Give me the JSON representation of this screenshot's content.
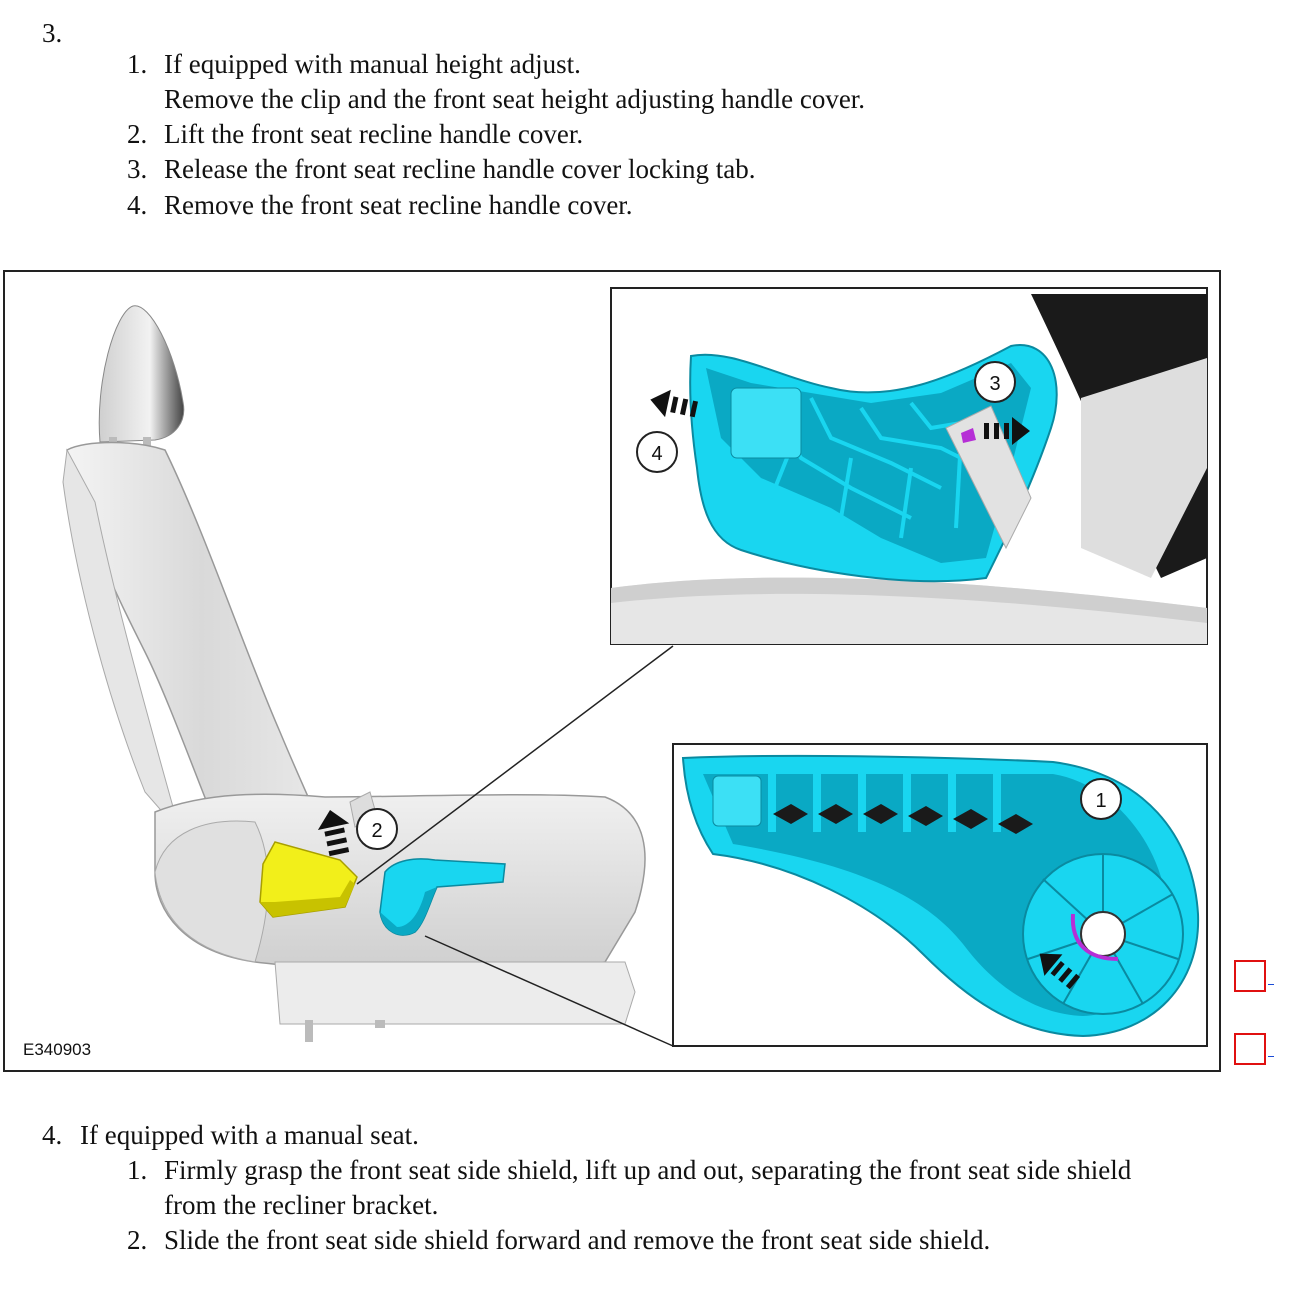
{
  "step3": {
    "number": "3.",
    "items": [
      {
        "num": "1.",
        "lines": [
          "If equipped with manual height adjust.",
          "Remove the clip and the front seat height adjusting handle cover."
        ]
      },
      {
        "num": "2.",
        "lines": [
          "Lift the front seat recline handle cover."
        ]
      },
      {
        "num": "3.",
        "lines": [
          "Release the front seat recline handle cover locking tab."
        ]
      },
      {
        "num": "4.",
        "lines": [
          "Remove the front seat recline handle cover."
        ]
      }
    ]
  },
  "figure": {
    "id": "E340903",
    "callouts": {
      "c1": "1",
      "c2": "2",
      "c3": "3",
      "c4": "4"
    },
    "colors": {
      "cover": "#19d6f0",
      "cover_dark": "#0aa9c4",
      "height_handle": "#f2ef1a",
      "tab": "#b62fd6",
      "frame": "#222222"
    }
  },
  "step4": {
    "number": "4.",
    "title": "If equipped with a manual seat.",
    "items": [
      {
        "num": "1.",
        "lines": [
          "Firmly grasp the front seat side shield, lift up and out, separating the front seat side shield",
          "from the recliner bracket."
        ]
      },
      {
        "num": "2.",
        "lines": [
          "Slide the front seat side shield forward and remove the front seat side shield."
        ]
      }
    ]
  },
  "checkboxes": [
    {
      "state": "unchecked"
    },
    {
      "state": "unchecked"
    }
  ]
}
